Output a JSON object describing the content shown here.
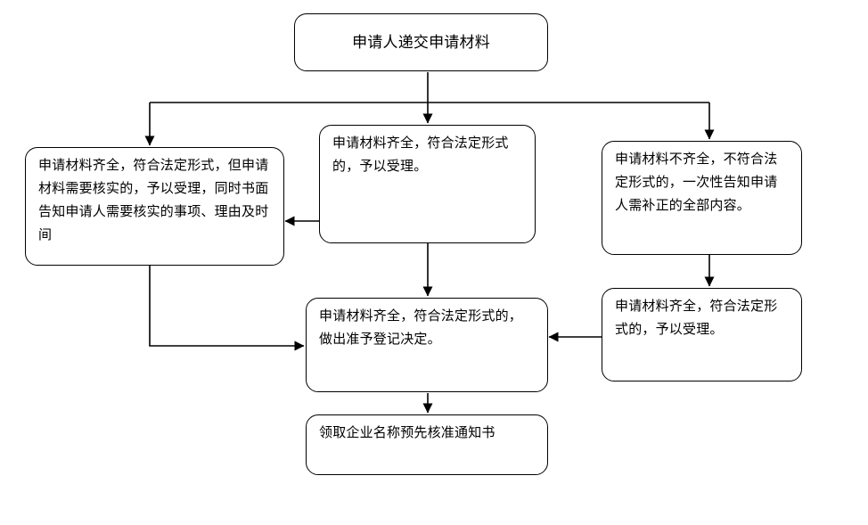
{
  "diagram": {
    "title_node": {
      "id": "submit-materials",
      "text": "申请人递交申请材料"
    },
    "nodes": [
      {
        "id": "verify-needed",
        "name": "node-verify-needed",
        "text": "申请材料齐全，符合法定形式，但申请材料需要核实的，予以受理，同时书面告知申请人需要核实的事项、理由及时间"
      },
      {
        "id": "accept-complete",
        "name": "node-accept-complete",
        "text": "申请材料齐全，符合法定形式的，予以受理。"
      },
      {
        "id": "incomplete-notify",
        "name": "node-incomplete-notify",
        "text": "申请材料不齐全，不符合法定形式的，一次性告知申请人需补正的全部内容。"
      },
      {
        "id": "accept-after-fix",
        "name": "node-accept-after-fix",
        "text": "申请材料齐全，符合法定形式的，予以受理。"
      },
      {
        "id": "approve-registration",
        "name": "node-approve-registration",
        "text": "申请材料齐全，符合法定形式的，做出准予登记决定。"
      },
      {
        "id": "receive-notice",
        "name": "node-receive-notice",
        "text": "领取企业名称预先核准通知书"
      }
    ],
    "style": {
      "line_color": "#000000",
      "box_fill": "#ffffff",
      "text_color": "#000000"
    }
  }
}
